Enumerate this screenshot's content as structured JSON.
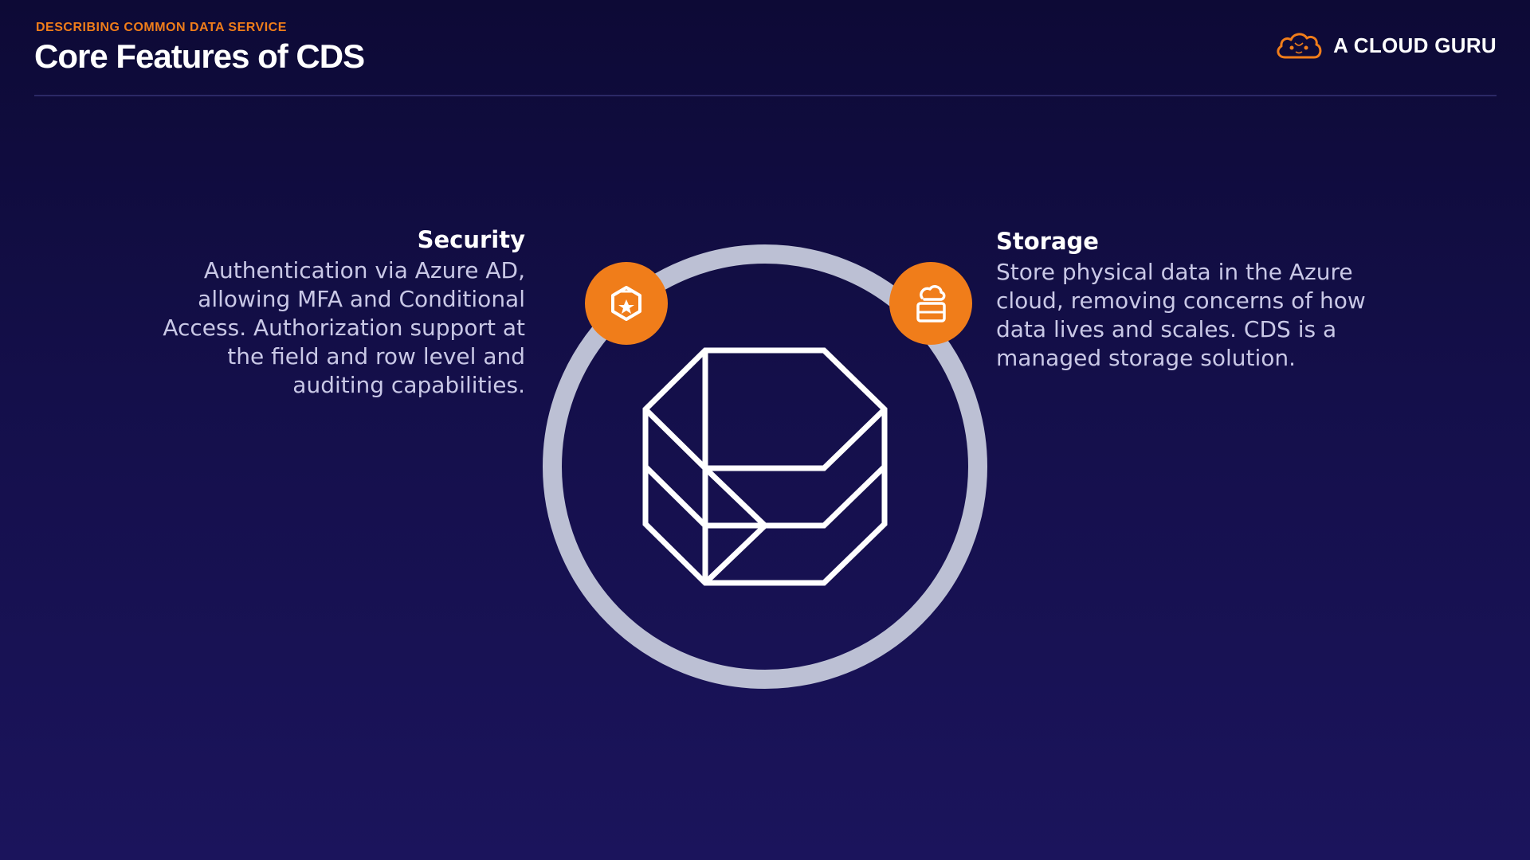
{
  "header": {
    "eyebrow": "DESCRIBING COMMON DATA SERVICE",
    "title": "Core Features of CDS",
    "brand_name": "A CLOUD GURU",
    "brand_icon": "cloud-logo-icon"
  },
  "features": {
    "security": {
      "title": "Security",
      "text": "Authentication via Azure AD, allowing MFA and Conditional Access. Authorization support at the field and row level and auditing capabilities.",
      "icon": "shield-star-icon"
    },
    "storage": {
      "title": "Storage",
      "text": "Store physical data in the Azure cloud, removing concerns of how data lives and scales. CDS is a managed storage solution.",
      "icon": "database-storage-icon"
    }
  },
  "center": {
    "icon": "common-data-service-logo-icon"
  },
  "colors": {
    "accent": "#f07d1a",
    "ring": "#bcc0d4",
    "background": "#140f4a",
    "body_text": "#c9c8e6"
  }
}
